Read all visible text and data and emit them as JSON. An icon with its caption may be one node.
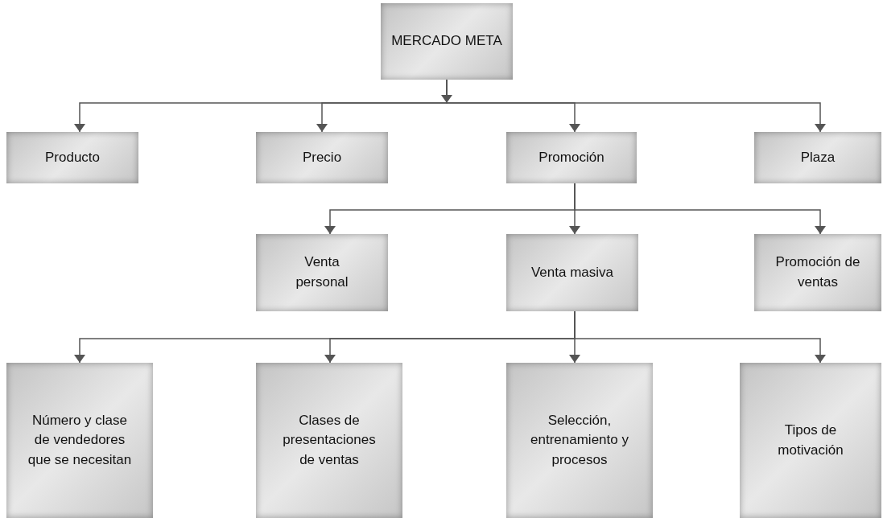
{
  "diagram": {
    "nodes": [
      {
        "text": [
          "MERCADO META"
        ]
      },
      {
        "text": [
          "Producto"
        ]
      },
      {
        "text": [
          "Precio"
        ]
      },
      {
        "text": [
          "Promoción"
        ]
      },
      {
        "text": [
          "Plaza"
        ]
      },
      {
        "text": [
          "Venta personal"
        ]
      },
      {
        "text": [
          "Venta masiva"
        ]
      },
      {
        "text": [
          "Promoción de ventas"
        ]
      },
      {
        "text": [
          "Número y clase de vendedores que se necesitan"
        ]
      },
      {
        "text": [
          "Clases de presentaciones de ventas"
        ]
      },
      {
        "text": [
          "Selección, entrenamiento y procesos"
        ]
      },
      {
        "text": [
          "Tipos de motivación"
        ]
      }
    ],
    "edges": [
      {
        "from": 0,
        "to": 1,
        "arrow": "to"
      },
      {
        "from": 0,
        "to": 2,
        "arrow": "to"
      },
      {
        "from": 0,
        "to": 3,
        "arrow": "to"
      },
      {
        "from": 0,
        "to": 4,
        "arrow": "to"
      },
      {
        "from": 3,
        "to": 5,
        "arrow": "to"
      },
      {
        "from": 3,
        "to": 6,
        "arrow": "to"
      },
      {
        "from": 3,
        "to": 7,
        "arrow": "to"
      },
      {
        "from": 6,
        "to": 8,
        "arrow": "to"
      },
      {
        "from": 6,
        "to": 9,
        "arrow": "to"
      },
      {
        "from": 6,
        "to": 10,
        "arrow": "to"
      },
      {
        "from": 6,
        "to": 11,
        "arrow": "to"
      }
    ]
  }
}
